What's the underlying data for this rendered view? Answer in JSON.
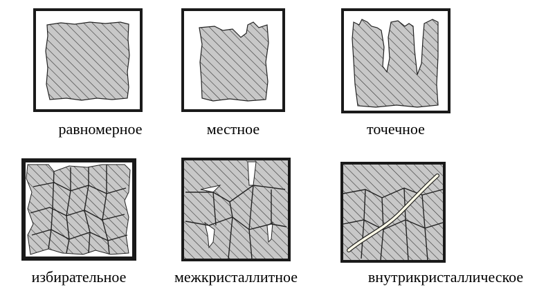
{
  "colors": {
    "hatch_fill": "#c8c8c8",
    "hatch_line": "#333333",
    "frame": "#1a1a1a",
    "crack": "#fffbe8"
  },
  "figures": [
    {
      "id": "uniform",
      "label": "равномерное"
    },
    {
      "id": "local",
      "label": "местное"
    },
    {
      "id": "pitting",
      "label": "точечное"
    },
    {
      "id": "selective",
      "label": "избирательное"
    },
    {
      "id": "intergranular",
      "label": "межкристаллитное"
    },
    {
      "id": "transgranular",
      "label": "внутрикристаллическое"
    }
  ]
}
